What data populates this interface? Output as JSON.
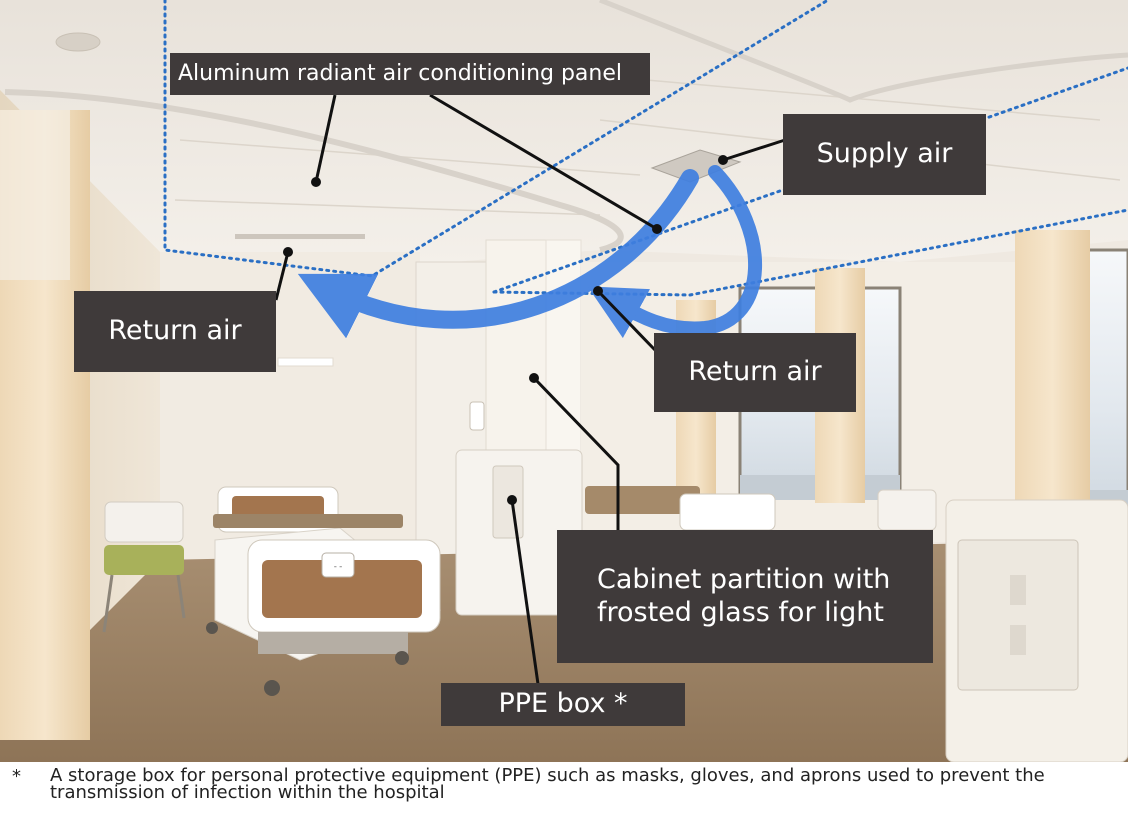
{
  "labels": {
    "panel": "Aluminum radiant air conditioning panel",
    "supply_air": "Supply air",
    "return_air_left": "Return air",
    "return_air_right": "Return air",
    "cabinet_line1": "Cabinet partition with",
    "cabinet_line2": "frosted glass for light",
    "ppe_box": "PPE box *"
  },
  "monitor": {
    "display": "--"
  },
  "footnote": {
    "marker": "*",
    "text": "A storage box for personal protective equipment (PPE) such as masks, gloves, and aprons used to prevent the transmission of infection within the hospital"
  },
  "colors": {
    "label_bg": "#3f3a3a",
    "label_text": "#ffffff",
    "airflow_arrow": "#3f7fe0",
    "dotted_outline": "#2a6fc4",
    "leader_line": "#111111"
  }
}
